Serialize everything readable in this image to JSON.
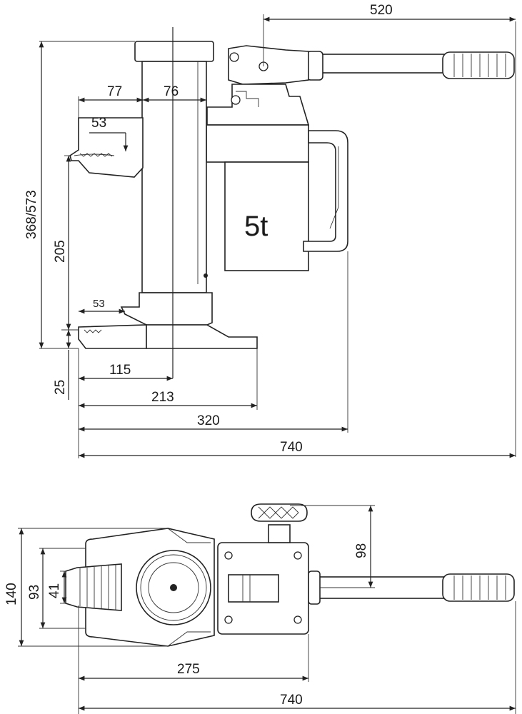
{
  "side_view": {
    "capacity_label": "5t",
    "dims": {
      "overall_height_to_handle": "520",
      "foot_to_column": "77",
      "column_width": "76",
      "foot_depth_upper": "53",
      "stroke_range": "368/573",
      "foot_height": "205",
      "foot_depth_lower": "53",
      "toe_height": "25",
      "toe_to_center": "115",
      "toe_to_base_end": "213",
      "toe_to_pump": "320",
      "overall_length": "740"
    }
  },
  "top_view": {
    "dims": {
      "handle_offset": "98",
      "overall_width": "140",
      "foot_width": "93",
      "toe_width": "41",
      "base_length": "275",
      "overall_length": "740"
    }
  }
}
